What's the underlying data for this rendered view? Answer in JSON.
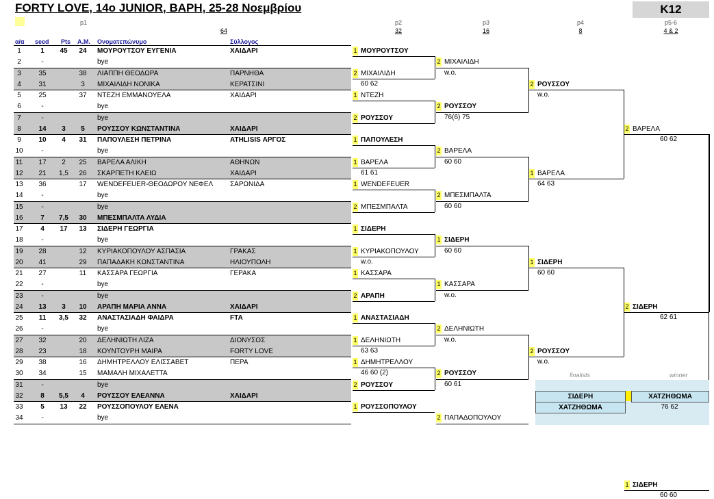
{
  "title": "FORTY LOVE, 14ο JUNIOR, ΒΑΡΗ, 25-28 Νοεμβρίου",
  "category": "K12",
  "rounds": {
    "p1": "p1",
    "p2": "p2",
    "p3": "p3",
    "p4": "p4",
    "p56": "p5-6",
    "n1": "64",
    "n2": "32",
    "n3": "16",
    "n4": "8",
    "n56": "4 & 2"
  },
  "columns": {
    "num": "α/α",
    "seed": "seed",
    "pts": "Pts",
    "am": "Α.Μ.",
    "name": "Ονοματεπώνυμο",
    "club": "Σύλλογος"
  },
  "players": [
    {
      "n": "1",
      "seed": "1",
      "pts": "45",
      "am": "24",
      "name": "ΜΟΥΡΟΥΤΣΟΥ ΕΥΓΕΝΙΑ",
      "club": "ΧΑΙΔΑΡΙ",
      "bold": true,
      "gray": false
    },
    {
      "n": "2",
      "seed": "-",
      "pts": "",
      "am": "",
      "name": "bye",
      "club": "",
      "bold": false,
      "gray": false
    },
    {
      "n": "3",
      "seed": "35",
      "pts": "",
      "am": "38",
      "name": "ΛΙΑΠΠΗ ΘΕΟΔΩΡΑ",
      "club": "ΠΑΡΝΗΘΑ",
      "bold": false,
      "gray": true
    },
    {
      "n": "4",
      "seed": "31",
      "pts": "",
      "am": "3",
      "name": "ΜΙΧΑΙΛΙΔΗ ΝΟΝΙΚΑ",
      "club": "ΚΕΡΑΤΣΙΝΙ",
      "bold": false,
      "gray": true
    },
    {
      "n": "5",
      "seed": "25",
      "pts": "",
      "am": "37",
      "name": "ΝΤΕΖΗ ΕΜΜΑΝΟΥΕΛΑ",
      "club": "ΧΑΙΔΑΡΙ",
      "bold": false,
      "gray": false
    },
    {
      "n": "6",
      "seed": "-",
      "pts": "",
      "am": "",
      "name": "bye",
      "club": "",
      "bold": false,
      "gray": false
    },
    {
      "n": "7",
      "seed": "-",
      "pts": "",
      "am": "",
      "name": "bye",
      "club": "",
      "bold": false,
      "gray": true
    },
    {
      "n": "8",
      "seed": "14",
      "pts": "3",
      "am": "5",
      "name": "ΡΟΥΣΣΟΥ ΚΩΝΣΤΑΝΤΙΝΑ",
      "club": "ΧΑΙΔΑΡΙ",
      "bold": true,
      "gray": true
    },
    {
      "n": "9",
      "seed": "10",
      "pts": "4",
      "am": "31",
      "name": "ΠΑΠΟΥΛΕΣΗ ΠΕΤΡΙΝΑ",
      "club": "ATHLISIS ΑΡΓΟΣ",
      "bold": true,
      "gray": false
    },
    {
      "n": "10",
      "seed": "-",
      "pts": "",
      "am": "",
      "name": "bye",
      "club": "",
      "bold": false,
      "gray": false
    },
    {
      "n": "11",
      "seed": "17",
      "pts": "2",
      "am": "25",
      "name": "ΒΑΡΕΛΑ ΑΛΙΚΗ",
      "club": "ΑΘΗΝΩΝ",
      "bold": false,
      "gray": true
    },
    {
      "n": "12",
      "seed": "21",
      "pts": "1,5",
      "am": "26",
      "name": "ΣΚΑΡΠΕΤΗ ΚΛΕΙΩ",
      "club": "ΧΑΙΔΑΡΙ",
      "bold": false,
      "gray": true
    },
    {
      "n": "13",
      "seed": "36",
      "pts": "",
      "am": "17",
      "name": "WENDEFEUER-ΘΕΟΔΩΡΟΥ ΝΕΦΕΛ",
      "club": "ΣΑΡΩΝΙΔΑ",
      "bold": false,
      "gray": false
    },
    {
      "n": "14",
      "seed": "-",
      "pts": "",
      "am": "",
      "name": "bye",
      "club": "",
      "bold": false,
      "gray": false
    },
    {
      "n": "15",
      "seed": "-",
      "pts": "",
      "am": "",
      "name": "bye",
      "club": "",
      "bold": false,
      "gray": true
    },
    {
      "n": "16",
      "seed": "7",
      "pts": "7,5",
      "am": "30",
      "name": "ΜΠΕΣΜΠΑΛΤΑ ΛΥΔΙΑ",
      "club": "",
      "bold": true,
      "gray": true
    },
    {
      "n": "17",
      "seed": "4",
      "pts": "17",
      "am": "13",
      "name": "ΣΙΔΕΡΗ ΓΕΩΡΓΙΑ",
      "club": "",
      "bold": true,
      "gray": false
    },
    {
      "n": "18",
      "seed": "-",
      "pts": "",
      "am": "",
      "name": "bye",
      "club": "",
      "bold": false,
      "gray": false
    },
    {
      "n": "19",
      "seed": "28",
      "pts": "",
      "am": "12",
      "name": "ΚΥΡΙΑΚΟΠΟΥΛΟΥ ΑΣΠΑΣΙΑ",
      "club": "ΓΡΑΚΑΣ",
      "bold": false,
      "gray": true
    },
    {
      "n": "20",
      "seed": "41",
      "pts": "",
      "am": "29",
      "name": "ΠΑΠΑΔΑΚΗ ΚΩΝΣΤΑΝΤΙΝΑ",
      "club": "ΗΛΙΟΥΠΟΛΗ",
      "bold": false,
      "gray": true
    },
    {
      "n": "21",
      "seed": "27",
      "pts": "",
      "am": "11",
      "name": "ΚΑΣΣΑΡΑ ΓΕΩΡΓΙΑ",
      "club": "ΓΕΡΑΚΑ",
      "bold": false,
      "gray": false
    },
    {
      "n": "22",
      "seed": "-",
      "pts": "",
      "am": "",
      "name": "bye",
      "club": "",
      "bold": false,
      "gray": false
    },
    {
      "n": "23",
      "seed": "-",
      "pts": "",
      "am": "",
      "name": "bye",
      "club": "",
      "bold": false,
      "gray": true
    },
    {
      "n": "24",
      "seed": "13",
      "pts": "3",
      "am": "10",
      "name": "ΑΡΑΠΗ ΜΑΡΙΑ ΑΝΝΑ",
      "club": "ΧΑΙΔΑΡΙ",
      "bold": true,
      "gray": true
    },
    {
      "n": "25",
      "seed": "11",
      "pts": "3,5",
      "am": "32",
      "name": "ΑΝΑΣΤΑΣΙΑΔΗ ΦΑΙΔΡΑ",
      "club": "FTA",
      "bold": true,
      "gray": false
    },
    {
      "n": "26",
      "seed": "-",
      "pts": "",
      "am": "",
      "name": "bye",
      "club": "",
      "bold": false,
      "gray": false
    },
    {
      "n": "27",
      "seed": "32",
      "pts": "",
      "am": "20",
      "name": "ΔΕΛΗΝΙΩΤΗ ΛΙΖΑ",
      "club": "ΔΙΟΝΥΣΟΣ",
      "bold": false,
      "gray": true
    },
    {
      "n": "28",
      "seed": "23",
      "pts": "",
      "am": "18",
      "name": "ΚΟΥΝΤΟΥΡΗ ΜΑΙΡΑ",
      "club": "FORTY LOVE",
      "bold": false,
      "gray": true
    },
    {
      "n": "29",
      "seed": "38",
      "pts": "",
      "am": "16",
      "name": "ΔΗΜΗΤΡΕΛΛΟΥ ΕΛΙΣΣΑΒΕΤ",
      "club": "ΠΕΡΑ",
      "bold": false,
      "gray": false
    },
    {
      "n": "30",
      "seed": "34",
      "pts": "",
      "am": "15",
      "name": "ΜΑΜΑΛΗ ΜΙΧΑΛΕΤΤΑ",
      "club": "",
      "bold": false,
      "gray": false
    },
    {
      "n": "31",
      "seed": "-",
      "pts": "",
      "am": "",
      "name": "bye",
      "club": "",
      "bold": false,
      "gray": true
    },
    {
      "n": "32",
      "seed": "8",
      "pts": "5,5",
      "am": "4",
      "name": "ΡΟΥΣΣΟΥ ΕΛΕΑΝΝΑ",
      "club": "ΧΑΙΔΑΡΙ",
      "bold": true,
      "gray": true
    },
    {
      "n": "33",
      "seed": "5",
      "pts": "13",
      "am": "22",
      "name": "ΡΟΥΣΣΟΠΟΥΛΟΥ ΕΛΕΝΑ",
      "club": "",
      "bold": true,
      "gray": false
    },
    {
      "n": "34",
      "seed": "-",
      "pts": "",
      "am": "",
      "name": "bye",
      "club": "",
      "bold": false,
      "gray": false
    }
  ],
  "r2": [
    {
      "sq": "1",
      "name": "ΜΟΥΡΟΥΤΣΟΥ",
      "score": "",
      "bold": true
    },
    {
      "sq": "2",
      "name": "ΜΙΧΑΙΛΙΔΗ",
      "score": "60 62",
      "bold": false
    },
    {
      "sq": "1",
      "name": "ΝΤΕΖΗ",
      "score": "",
      "bold": false
    },
    {
      "sq": "2",
      "name": "ΡΟΥΣΣΟΥ",
      "score": "",
      "bold": true
    },
    {
      "sq": "1",
      "name": "ΠΑΠΟΥΛΕΣΗ",
      "score": "",
      "bold": true
    },
    {
      "sq": "1",
      "name": "ΒΑΡΕΛΑ",
      "score": "61 61",
      "bold": false
    },
    {
      "sq": "1",
      "name": "WENDEFEUER",
      "score": "",
      "bold": false
    },
    {
      "sq": "2",
      "name": "ΜΠΕΣΜΠΑΛΤΑ",
      "score": "",
      "bold": false
    },
    {
      "sq": "1",
      "name": "ΣΙΔΕΡΗ",
      "score": "",
      "bold": true
    },
    {
      "sq": "1",
      "name": "ΚΥΡΙΑΚΟΠΟΥΛΟΥ",
      "score": "w.o.",
      "bold": false
    },
    {
      "sq": "1",
      "name": "ΚΑΣΣΑΡΑ",
      "score": "",
      "bold": false
    },
    {
      "sq": "2",
      "name": "ΑΡΑΠΗ",
      "score": "",
      "bold": true
    },
    {
      "sq": "1",
      "name": "ΑΝΑΣΤΑΣΙΑΔΗ",
      "score": "",
      "bold": true
    },
    {
      "sq": "1",
      "name": "ΔΕΛΗΝΙΩΤΗ",
      "score": "63 63",
      "bold": false
    },
    {
      "sq": "1",
      "name": "ΔΗΜΗΤΡΕΛΛΟΥ",
      "score": "46 60 (2)",
      "bold": false
    },
    {
      "sq": "2",
      "name": "ΡΟΥΣΣΟΥ",
      "score": "",
      "bold": true
    },
    {
      "sq": "1",
      "name": "ΡΟΥΣΣΟΠΟΥΛΟΥ",
      "score": "",
      "bold": true
    }
  ],
  "r3": [
    {
      "sq": "2",
      "name": "ΜΙΧΑΙΛΙΔΗ",
      "score": "w.o.",
      "bold": false
    },
    {
      "sq": "2",
      "name": "ΡΟΥΣΣΟΥ",
      "score": "76(6) 75",
      "bold": true
    },
    {
      "sq": "2",
      "name": "ΒΑΡΕΛΑ",
      "score": "60 60",
      "bold": false
    },
    {
      "sq": "2",
      "name": "ΜΠΕΣΜΠΑΛΤΑ",
      "score": "60 60",
      "bold": false
    },
    {
      "sq": "1",
      "name": "ΣΙΔΕΡΗ",
      "score": "60 60",
      "bold": true
    },
    {
      "sq": "1",
      "name": "ΚΑΣΣΑΡΑ",
      "score": "w.o.",
      "bold": false
    },
    {
      "sq": "2",
      "name": "ΔΕΛΗΝΙΩΤΗ",
      "score": "w.o.",
      "bold": false
    },
    {
      "sq": "2",
      "name": "ΡΟΥΣΣΟΥ",
      "score": "60 61",
      "bold": true
    },
    {
      "sq": "2",
      "name": "ΠΑΠΑΔΟΠΟΥΛΟΥ",
      "score": "",
      "bold": false
    }
  ],
  "r4": [
    {
      "sq": "2",
      "name": "ΡΟΥΣΣΟΥ",
      "score": "w.o.",
      "bold": true
    },
    {
      "sq": "1",
      "name": "ΒΑΡΕΛΑ",
      "score": "64 63",
      "bold": false
    },
    {
      "sq": "1",
      "name": "ΣΙΔΕΡΗ",
      "score": "60 60",
      "bold": true
    },
    {
      "sq": "2",
      "name": "ΡΟΥΣΣΟΥ",
      "score": "w.o.",
      "bold": true
    }
  ],
  "r5": [
    {
      "sq": "2",
      "name": "ΒΑΡΕΛΑ",
      "score": "60 62",
      "bold": false
    },
    {
      "sq": "2",
      "name": "ΣΙΔΕΡΗ",
      "score": "62 61",
      "bold": true
    },
    {
      "sq": "1",
      "name": "ΣΙΔΕΡΗ",
      "score": "60 60",
      "bold": true
    }
  ],
  "final": {
    "finalists_label": "finalists",
    "winner_label": "winner",
    "finalist1": "ΣΙΔΕΡΗ",
    "finalist2": "ΧΑΤΖΗΘΩΜΑ",
    "winner": "ΧΑΤΖΗΘΩΜΑ",
    "score": "76 62"
  },
  "colors": {
    "gray": "#c8c8c8",
    "seed_yellow": "#ffff66",
    "final_bg": "#d8eaf2"
  }
}
